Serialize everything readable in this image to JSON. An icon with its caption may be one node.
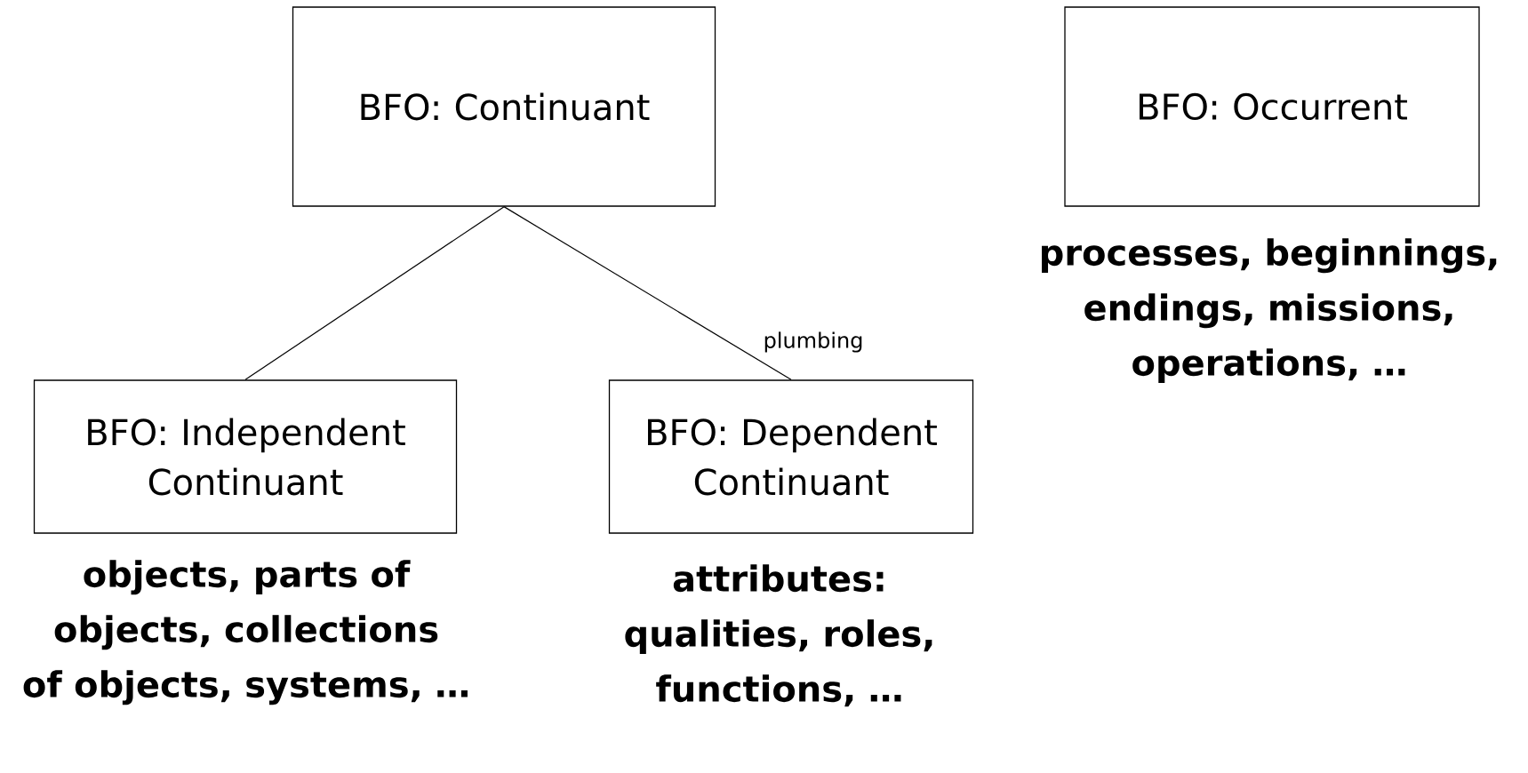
{
  "diagram": {
    "nodes": [
      {
        "text": [
          "BFO: Continuant"
        ]
      },
      {
        "text": [
          "BFO: Independent Continuant"
        ],
        "beside": [
          "objects, parts of objects, collections of objects, systems, …"
        ]
      },
      {
        "text": [
          "BFO: Dependent Continuant"
        ],
        "beside": [
          "attributes: qualities, roles, functions, …"
        ]
      },
      {
        "text": [
          "BFO: Occurrent"
        ],
        "beside": [
          "processes, beginnings, endings, missions, operations, …"
        ]
      }
    ],
    "edges": [
      {
        "from": 0,
        "to": 1,
        "arrow": "none"
      },
      {
        "from": 0,
        "to": 2,
        "arrow": "none",
        "label": "plumbing"
      }
    ]
  }
}
